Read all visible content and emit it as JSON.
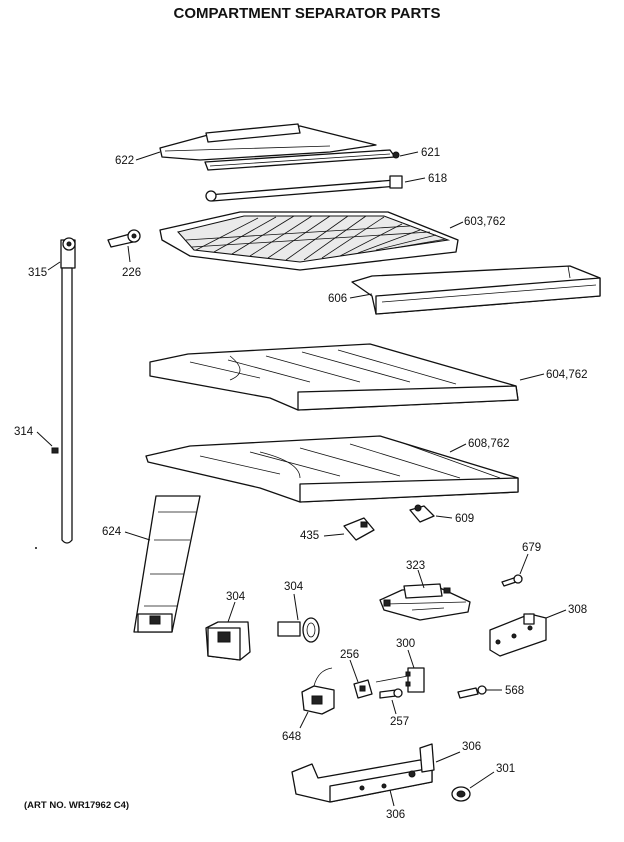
{
  "title": "COMPARTMENT SEPARATOR PARTS",
  "art_number": "(ART NO. WR17962 C4)",
  "callouts": {
    "c622": "622",
    "c621": "621",
    "c618": "618",
    "c603_762": "603,762",
    "c315": "315",
    "c226": "226",
    "c606": "606",
    "c604_762": "604,762",
    "c314": "314",
    "c608_762": "608,762",
    "c624": "624",
    "c435": "435",
    "c609": "609",
    "c679": "679",
    "c323": "323",
    "c304a": "304",
    "c304b": "304",
    "c308": "308",
    "c300": "300",
    "c256": "256",
    "c568": "568",
    "c648": "648",
    "c257": "257",
    "c306a": "306",
    "c301": "301",
    "c306b": "306"
  }
}
